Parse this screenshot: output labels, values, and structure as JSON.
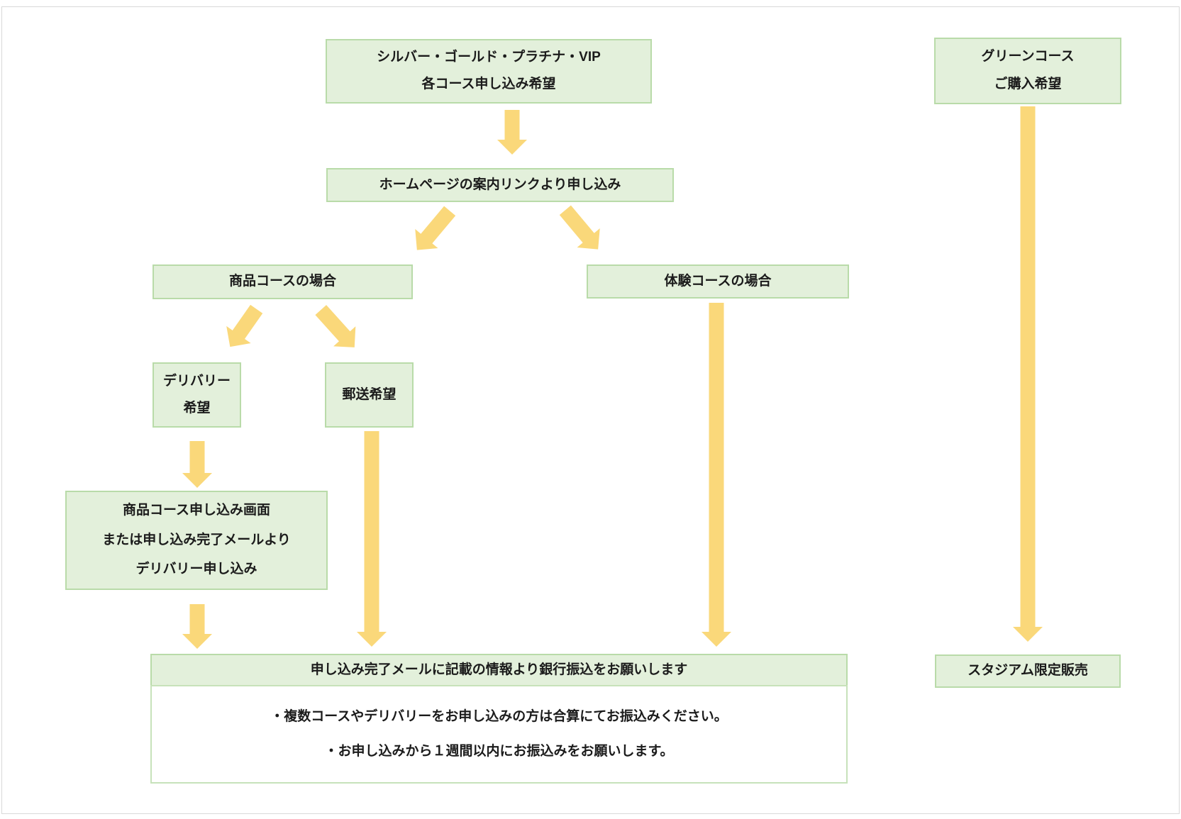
{
  "diagram_title": "membership-course-application-flowchart",
  "colors": {
    "box_fill": "#e3f0db",
    "box_border": "#b9dba9",
    "arrow": "#fad87a",
    "text": "#1b1b1b",
    "page_frame": "#d9d9d9"
  },
  "nodes": {
    "courses": {
      "lines": [
        "シルバー・ゴールド・プラチナ・VIP",
        "各コース申し込み希望"
      ]
    },
    "homepage": {
      "lines": [
        "ホームページの案内リンクより申し込み"
      ]
    },
    "product_case": {
      "lines": [
        "商品コースの場合"
      ]
    },
    "trial_case": {
      "lines": [
        "体験コースの場合"
      ]
    },
    "delivery": {
      "lines": [
        "デリバリー",
        "希望"
      ]
    },
    "mail": {
      "lines": [
        "郵送希望"
      ]
    },
    "delivery_screen": {
      "lines": [
        "商品コース申し込み画面",
        "または申し込み完了メールより",
        "デリバリー申し込み"
      ]
    },
    "bank_header": {
      "lines": [
        "申し込み完了メールに記載の情報より銀行振込をお願いします"
      ]
    },
    "bank_notes": {
      "lines": [
        "・複数コースやデリバリーをお申し込みの方は合算にてお振込みください。",
        "・お申し込みから１週間以内にお振込みをお願いします。"
      ]
    },
    "green_course": {
      "lines": [
        "グリーンコース",
        "ご購入希望"
      ]
    },
    "stadium": {
      "lines": [
        "スタジアム限定販売"
      ]
    }
  }
}
